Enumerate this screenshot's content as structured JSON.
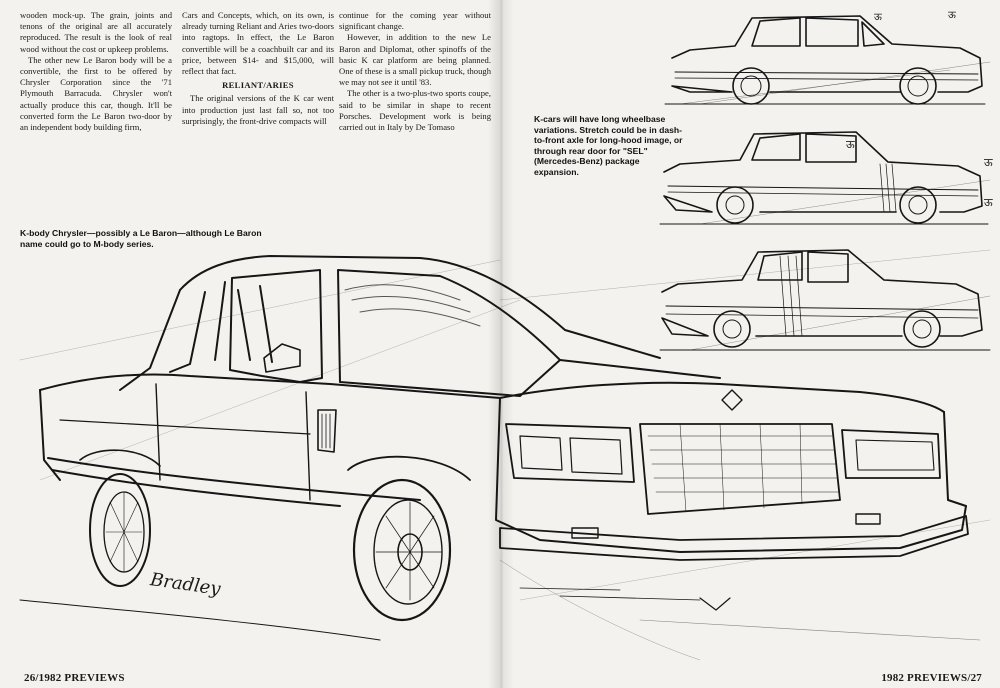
{
  "article": {
    "col1": [
      "wooden mock-up. The grain, joints and tenons of the original are all accurately reproduced. The result is the look of real wood without the cost or upkeep problems.",
      "The other new Le Baron body will be a convertible, the first to be offered by Chrysler Corporation since the '71 Plymouth Barracuda. Chrysler won't actually produce this car, though. It'll be converted form the Le Baron two-door by an independent body building firm,"
    ],
    "col2_intro": "Cars and Concepts, which, on its own, is already turning Reliant and Aries two-doors into ragtops. In effect, the Le Baron convertible will be a coachbuilt car and its price, between $14- and $15,000, will reflect that fact.",
    "col2_heading": "RELIANT/ARIES",
    "col2_body": "The original versions of the K car went into production just last fall so, not too surprisingly, the front-drive compacts will",
    "col3": [
      "continue for the coming year without significant change.",
      "However, in addition to the new Le Baron and Diplomat, other spinoffs of the basic K car platform are being planned. One of these is a small pickup truck, though we may not see it until '83.",
      "The other is a two-plus-two sports coupe, said to be similar in shape to recent Porsches. Development work is being carried out in Italy by De Tomaso"
    ]
  },
  "captions": {
    "left": "K-body Chrysler—possibly a Le Baron—although Le Baron name could go to M-body series.",
    "right_1": "K-cars will have long wheelbase variations. Stretch could be in dash-to-front axle for long-hood image, or through rear door for",
    "right_sel": "\"SEL\"",
    "right_2": "(Mercedes-Benz) package expansion."
  },
  "signature": "Bradley",
  "folios": {
    "left": "26/1982 PREVIEWS",
    "right": "1982 PREVIEWS/27"
  }
}
